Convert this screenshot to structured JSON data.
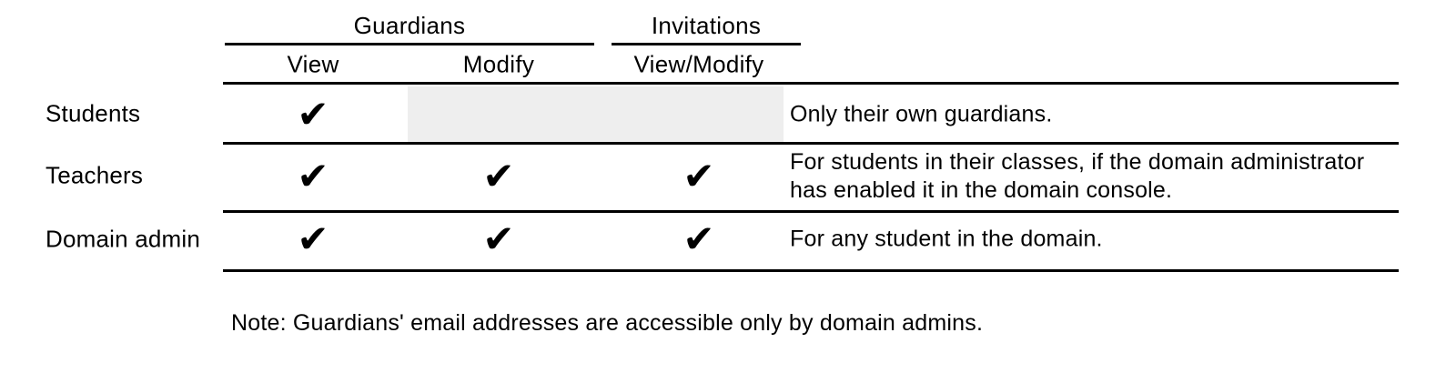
{
  "colors": {
    "text": "#000000",
    "line": "#000000",
    "disabled_cell": "#eeeeee"
  },
  "table": {
    "check_glyph": "✔",
    "groups": [
      {
        "label": "Guardians"
      },
      {
        "label": "Invitations"
      }
    ],
    "columns": [
      {
        "label": "View"
      },
      {
        "label": "Modify"
      },
      {
        "label": "View/Modify"
      }
    ],
    "rows": [
      {
        "label": "Students",
        "permissions": {
          "view": true,
          "modify": false,
          "view_modify": false
        },
        "note": "Only their own guardians."
      },
      {
        "label": "Teachers",
        "permissions": {
          "view": true,
          "modify": true,
          "view_modify": true
        },
        "note": "For students in their classes, if the domain administrator\nhas enabled it in the domain console."
      },
      {
        "label": "Domain admin",
        "permissions": {
          "view": true,
          "modify": true,
          "view_modify": true
        },
        "note": "For any student in the domain."
      }
    ]
  },
  "footnote": "Note: Guardians' email addresses are accessible only by domain admins."
}
